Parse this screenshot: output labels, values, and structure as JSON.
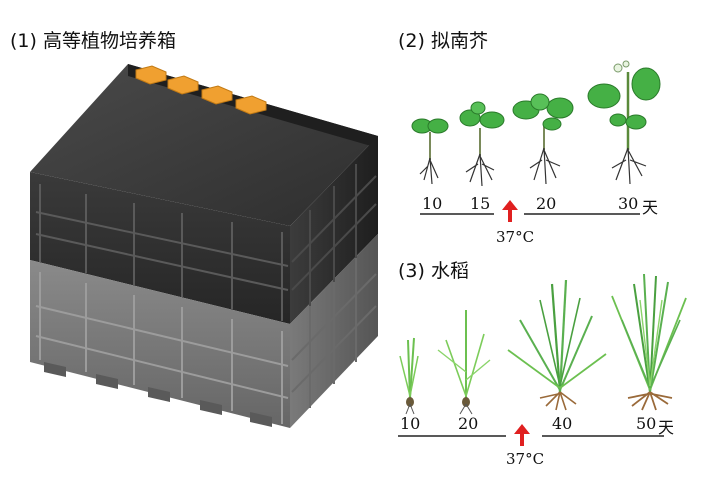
{
  "diagram": {
    "incubator": {
      "label": "(1) 高等植物培养箱"
    },
    "arabidopsis": {
      "label": "(2) 拟南芥",
      "days": [
        "10",
        "15",
        "20",
        "30"
      ],
      "day_unit": "天",
      "temperature": "37°C"
    },
    "rice": {
      "label": "(3) 水稻",
      "days": [
        "10",
        "20",
        "40",
        "50"
      ],
      "day_unit": "天",
      "temperature": "37°C"
    },
    "colors": {
      "incubator_top": "#3d3d3d",
      "incubator_upper": "#2f2f2f",
      "incubator_lower": "#7a7a7a",
      "vent_orange": "#f0a030",
      "leaf_green": "#45b045",
      "rice_green": "#6cc050",
      "root_brown": "#9a6a3a",
      "arrow_red": "#e02020"
    }
  }
}
